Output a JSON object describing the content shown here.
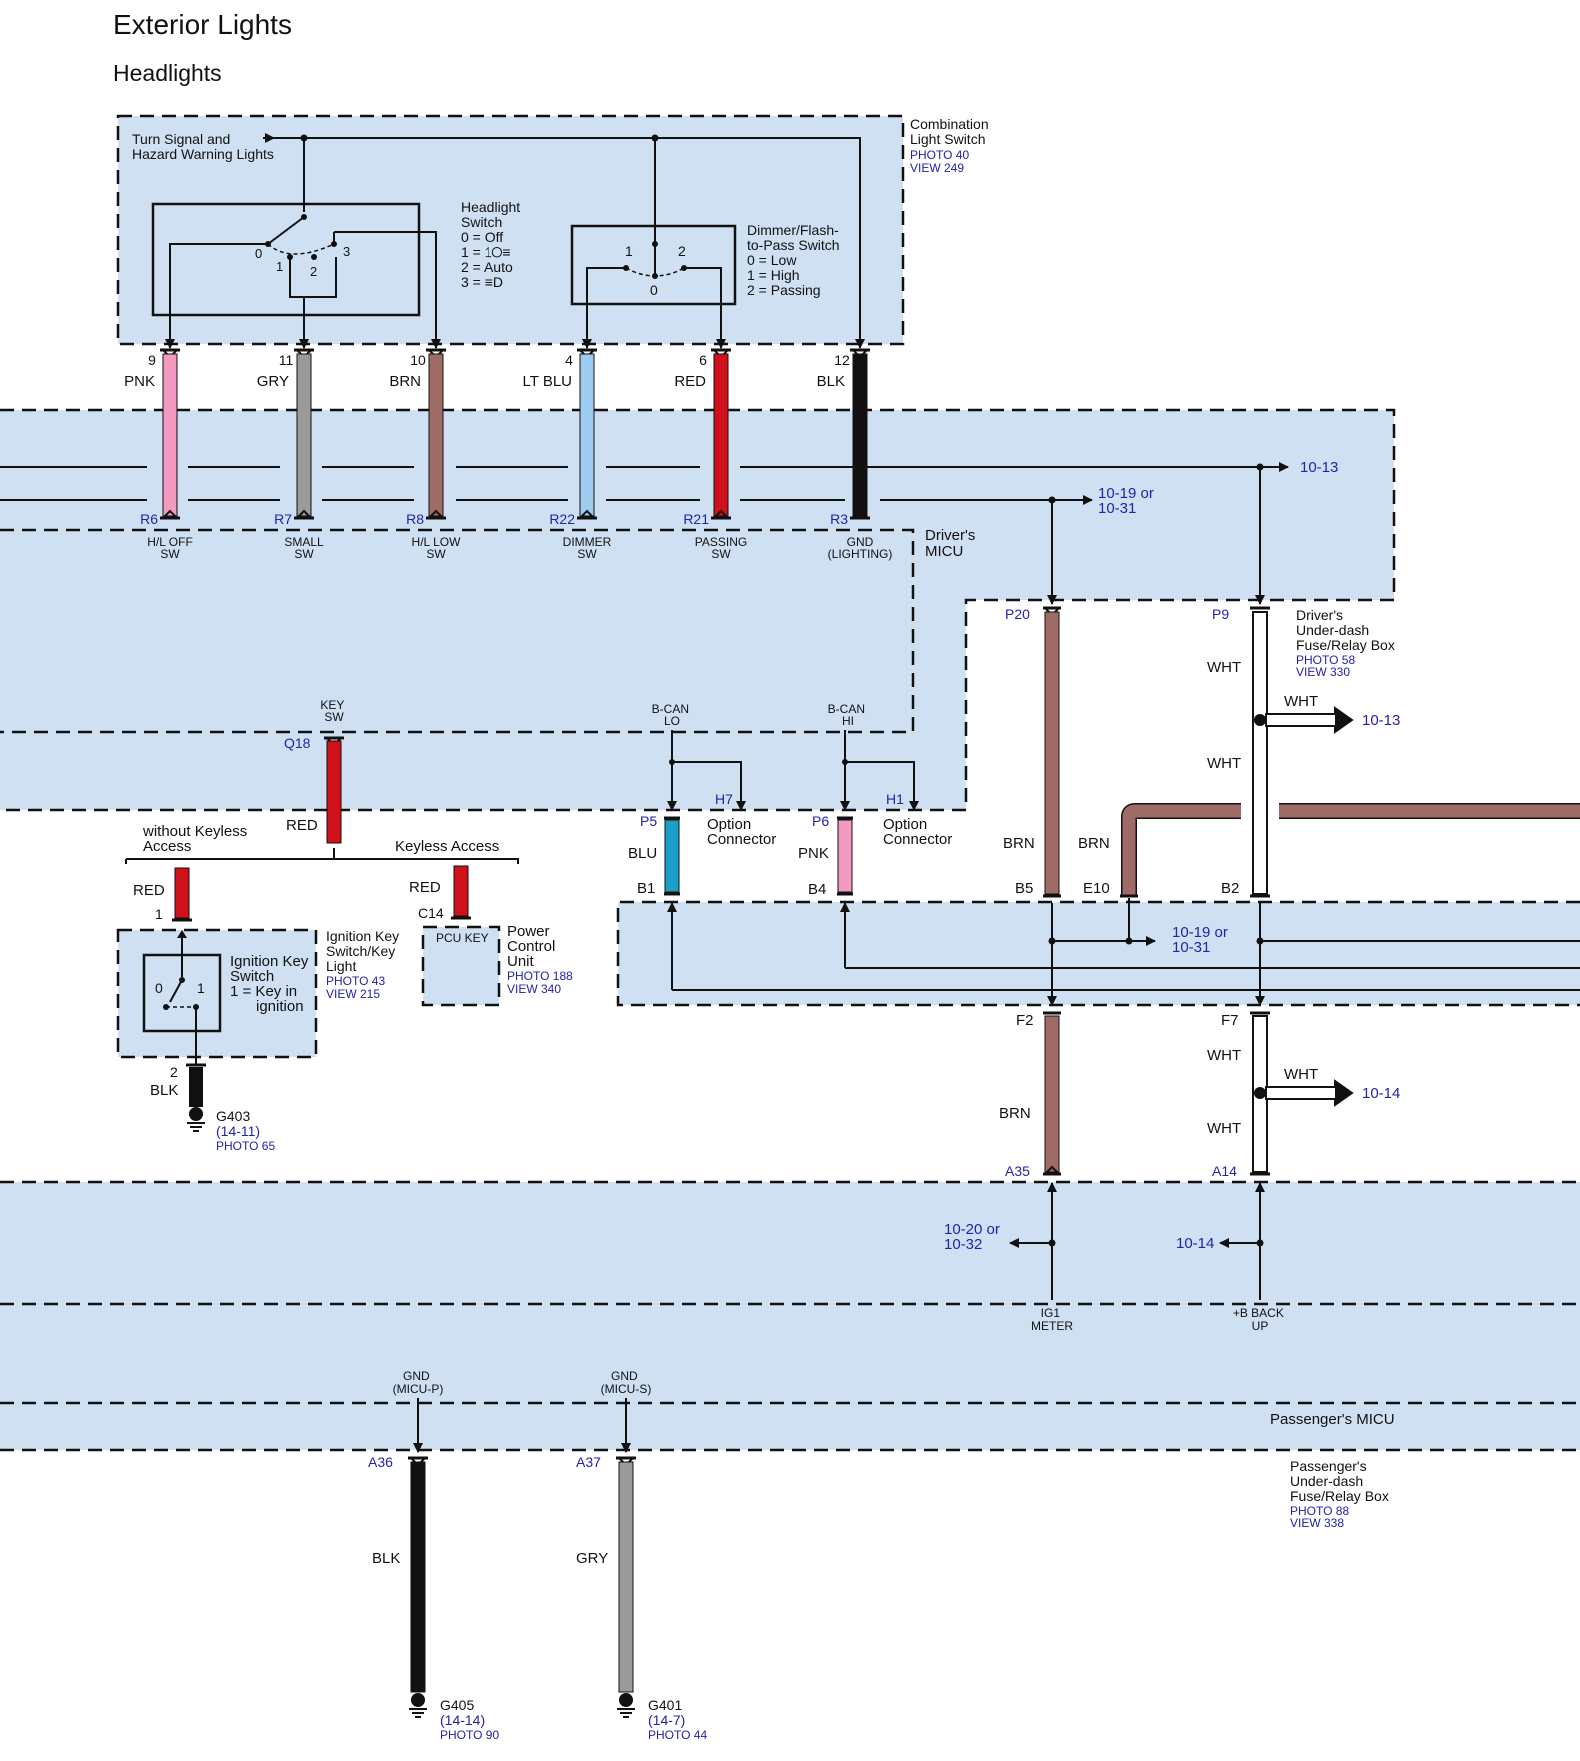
{
  "header": {
    "title": "Exterior Lights",
    "subtitle": "Headlights"
  },
  "combo": {
    "turn_signal": [
      "Turn Signal and",
      "Hazard Warning Lights"
    ],
    "name": [
      "Combination",
      "Light Switch"
    ],
    "photo": "PHOTO 40",
    "view": "VIEW 249",
    "headlight_switch": [
      "Headlight",
      "Switch",
      "0 = Off",
      "1 = ⥠⭘≡",
      "2 = Auto",
      "3 = ≡D"
    ],
    "dimmer_switch": [
      "Dimmer/Flash-",
      "to-Pass Switch",
      "0 = Low",
      "1 = High",
      "2 = Passing"
    ],
    "hl_positions": [
      "0",
      "1",
      "2",
      "3"
    ],
    "dim_positions": [
      "1",
      "2",
      "0"
    ]
  },
  "wires": [
    {
      "pin": "9",
      "color_name": "PNK",
      "color": "#f49ac1",
      "micu_pin": "R6",
      "sig": [
        "H/L OFF",
        "SW"
      ]
    },
    {
      "pin": "11",
      "color_name": "GRY",
      "color": "#9a9a9a",
      "micu_pin": "R7",
      "sig": [
        "SMALL",
        "SW"
      ]
    },
    {
      "pin": "10",
      "color_name": "BRN",
      "color": "#9e6b66",
      "micu_pin": "R8",
      "sig": [
        "H/L LOW",
        "SW"
      ]
    },
    {
      "pin": "4",
      "color_name": "LT BLU",
      "color": "#9ecbf0",
      "micu_pin": "R22",
      "sig": [
        "DIMMER",
        "SW"
      ]
    },
    {
      "pin": "6",
      "color_name": "RED",
      "color": "#d0101a",
      "micu_pin": "R21",
      "sig": [
        "PASSING",
        "SW"
      ]
    },
    {
      "pin": "12",
      "color_name": "BLK",
      "color": "#111111",
      "micu_pin": "R3",
      "sig": [
        "GND",
        "(LIGHTING)"
      ]
    }
  ],
  "drivers_micu": {
    "name": [
      "Driver's",
      "MICU"
    ],
    "ref_top": "10-13",
    "ref_mid": [
      "10-19 or",
      "10-31"
    ],
    "key_sw": [
      "KEY",
      "SW"
    ],
    "key_pin": "Q18",
    "bcan_lo": [
      "B-CAN",
      "LO"
    ],
    "bcan_hi": [
      "B-CAN",
      "HI"
    ],
    "h7": "H7",
    "h1": "H1",
    "option": [
      "Option",
      "Connector"
    ],
    "p5": "P5",
    "p6": "P6"
  },
  "keyless": {
    "without": [
      "without Keyless",
      "Access"
    ],
    "with": "Keyless Access",
    "red": "RED",
    "pcu_pin": "C14",
    "pcu_key": "PCU KEY",
    "pcu_name": [
      "Power",
      "Control",
      "Unit"
    ],
    "pcu_photo": "PHOTO 188",
    "pcu_view": "VIEW 340"
  },
  "ignition": {
    "pin1": "1",
    "pin2": "2",
    "switch": [
      "Ignition Key",
      "Switch",
      "1 = Key in",
      "ignition"
    ],
    "positions": [
      "0",
      "1"
    ],
    "name": [
      "Ignition Key",
      "Switch/Key",
      "Light"
    ],
    "photo": "PHOTO 43",
    "view": "VIEW 215",
    "blk": "BLK",
    "ground": "G403",
    "ground_ref": "(14-11)",
    "ground_photo": "PHOTO 65"
  },
  "driver_fuse": {
    "name": [
      "Driver's",
      "Under-dash",
      "Fuse/Relay Box"
    ],
    "photo": "PHOTO 58",
    "view": "VIEW 330",
    "p20": "P20",
    "p9": "P9",
    "b1": "B1",
    "b4": "B4",
    "b5": "B5",
    "e10": "E10",
    "b2": "B2",
    "f2": "F2",
    "f7": "F7",
    "blu": "BLU",
    "pnk": "PNK",
    "brn": "BRN",
    "wht": "WHT",
    "ref_1013": "10-13",
    "ref_1014": "10-14",
    "ref_mid": [
      "10-19 or",
      "10-31"
    ]
  },
  "pass_micu": {
    "a35": "A35",
    "a14": "A14",
    "ref_left": [
      "10-20 or",
      "10-32"
    ],
    "ref_right": "10-14",
    "ig1": [
      "IG1",
      "METER"
    ],
    "bback": [
      "+B BACK",
      "UP"
    ],
    "gnd_p": [
      "GND",
      "(MICU-P)"
    ],
    "gnd_s": [
      "GND",
      "(MICU-S)"
    ],
    "name": "Passenger's MICU",
    "a36": "A36",
    "a37": "A37",
    "blk": "BLK",
    "gry": "GRY"
  },
  "pass_fuse": {
    "name": [
      "Passenger's",
      "Under-dash",
      "Fuse/Relay Box"
    ],
    "photo": "PHOTO 88",
    "view": "VIEW 338"
  },
  "grounds": [
    {
      "id": "G405",
      "ref": "(14-14)",
      "photo": "PHOTO 90"
    },
    {
      "id": "G401",
      "ref": "(14-7)",
      "photo": "PHOTO 44"
    }
  ],
  "colors": {
    "box_fill": "#cfe0f3",
    "link_text": "#2222aa",
    "brown": "#9e6b66",
    "teal": "#1aa0c8",
    "pink": "#f49ac1",
    "red": "#d0101a",
    "gray": "#9a9a9a"
  }
}
